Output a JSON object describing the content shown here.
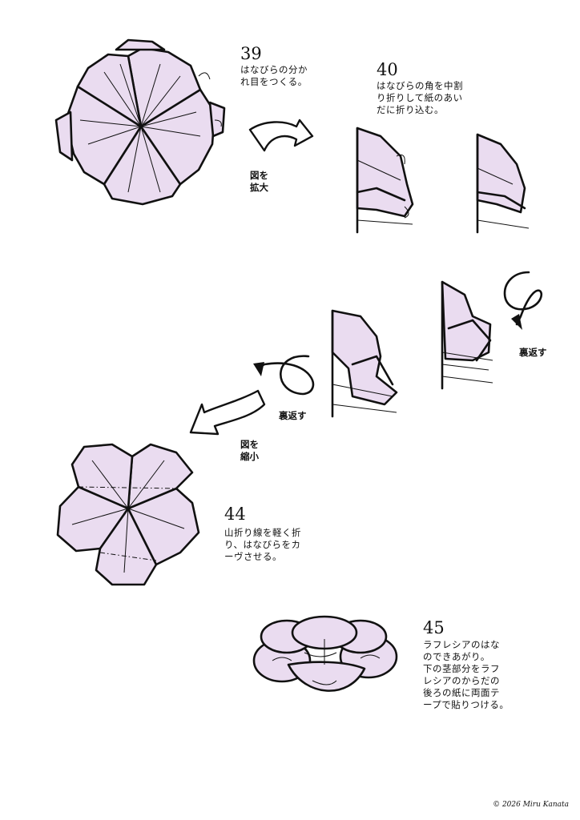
{
  "colors": {
    "petal": "#eadcf0",
    "ink": "#111111",
    "background": "#ffffff"
  },
  "steps": [
    {
      "number": "39",
      "text": "はなびらの分か\nれ目をつくる。"
    },
    {
      "number": "40",
      "text": "はなびらの角を中割\nり折りして紙のあい\nだに折り込む。"
    },
    {
      "number": "44",
      "text": "山折り線を軽く折\nり、はなびらをカ\nーヴさせる。"
    },
    {
      "number": "45",
      "text": "ラフレシアのはな\nのできあがり。\n下の茎部分をラフ\nレシアのからだの\n後ろの紙に両面テ\nープで貼りつける。"
    }
  ],
  "labels": {
    "enlarge": "図を\n拡大",
    "turn_over_1": "裏返す",
    "turn_over_2": "裏返す",
    "shrink": "図を\n縮小"
  },
  "copyright": "© 2026 Miru Kanata"
}
